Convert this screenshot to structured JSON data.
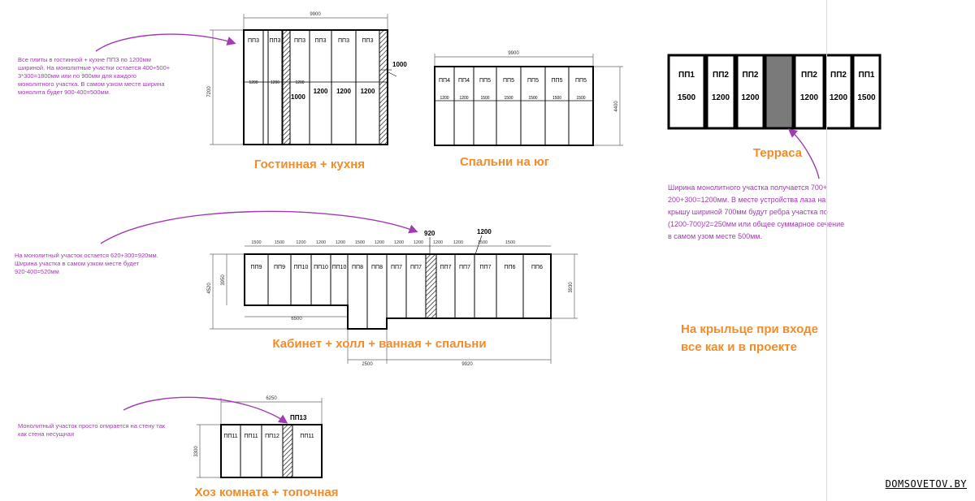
{
  "notes": {
    "living": "Все плиты в гостинной + кухне ППЗ по 1200мм шириной. На монолитные участки остается 400+500+ 3*300=1800мм или по 900мм для каждого монолитного участка. В самом узком месте ширина монолита будет 900-400=500мм.",
    "cabinet": "На монолитный участок остается 620+300=920мм. Ширина участка в самом узком месте будет 920-400=520мм",
    "utility": "Монолитный участок просто опирается на стену так как стена несущная",
    "terrace": "Ширина монолитного участка получается 700+ 200+300=1200мм. В месте устройства лаза на крышу шириной 700мм будут ребра участка по (1200-700)/2=250мм или общее суммарное сечение в самом узом месте 500мм."
  },
  "titles": {
    "living": "Гостинная + кухня",
    "bedrooms_south": "Спальни на юг",
    "terrace": "Терраса",
    "cabinet": "Кабинет + холл + ванная + спальни",
    "utility": "Хоз комната + топочная",
    "porch": "На крыльце при входе\nвсе как и в проекте"
  },
  "living": {
    "dim_top": "9900",
    "dim_left": "7200",
    "slabs": [
      {
        "label": "ПП3",
        "width": "1200"
      },
      {
        "label": "ПП3",
        "width": "1200"
      },
      {
        "label": "ПП3",
        "width": "1200"
      },
      {
        "label": "ПП3",
        "width": "1200"
      },
      {
        "label": "ПП3",
        "width": "1200"
      },
      {
        "label": "ПП3",
        "width": "1200"
      }
    ],
    "monolith_1": "1000",
    "monolith_2": "1000"
  },
  "bedrooms_south": {
    "dim_top": "9900",
    "dim_right": "4400",
    "slabs": [
      {
        "label": "ПП4",
        "width": "1200"
      },
      {
        "label": "ПП4",
        "width": "1200"
      },
      {
        "label": "ПП5",
        "width": "1500"
      },
      {
        "label": "ПП5",
        "width": "1500"
      },
      {
        "label": "ПП5",
        "width": "1500"
      },
      {
        "label": "ПП5",
        "width": "1500"
      },
      {
        "label": "ПП5",
        "width": "1500"
      }
    ]
  },
  "terrace": {
    "slabs": [
      {
        "label": "ПП1",
        "width": "1500"
      },
      {
        "label": "ПП2",
        "width": "1200"
      },
      {
        "label": "ПП2",
        "width": "1200"
      },
      {
        "label": "",
        "width": ""
      },
      {
        "label": "ПП2",
        "width": "1200"
      },
      {
        "label": "ПП2",
        "width": "1200"
      },
      {
        "label": "ПП1",
        "width": "1500"
      }
    ]
  },
  "cabinet": {
    "dims_top": [
      "1500",
      "1500",
      "1200",
      "1200",
      "1200",
      "1500",
      "1200",
      "1200",
      "1200",
      "1200",
      "1200",
      "1500",
      "1500"
    ],
    "monolith_label": "920",
    "upper_label": "1200",
    "dim_left_outer": "4520",
    "dim_left_inner": "3950",
    "dim_right": "3930",
    "dim_bottom_left": "6500",
    "dim_bottom_2500": "2500",
    "dim_bottom_9920": "9920",
    "slabs": [
      "ПП9",
      "ПП9",
      "ПП10",
      "ПП10",
      "ПП10",
      "ПП8",
      "ПП8",
      "ПП7",
      "ПП7",
      "",
      "ПП7",
      "ПП7",
      "ПП7",
      "ПП6",
      "ПП6"
    ]
  },
  "utility": {
    "dim_top": "6250",
    "dim_left": "3300",
    "monolith_label": "ПП13",
    "slabs": [
      "ПП11",
      "ПП11",
      "ПП12",
      "",
      "ПП11"
    ]
  },
  "watermark": "DOMSOVETOV.BY"
}
